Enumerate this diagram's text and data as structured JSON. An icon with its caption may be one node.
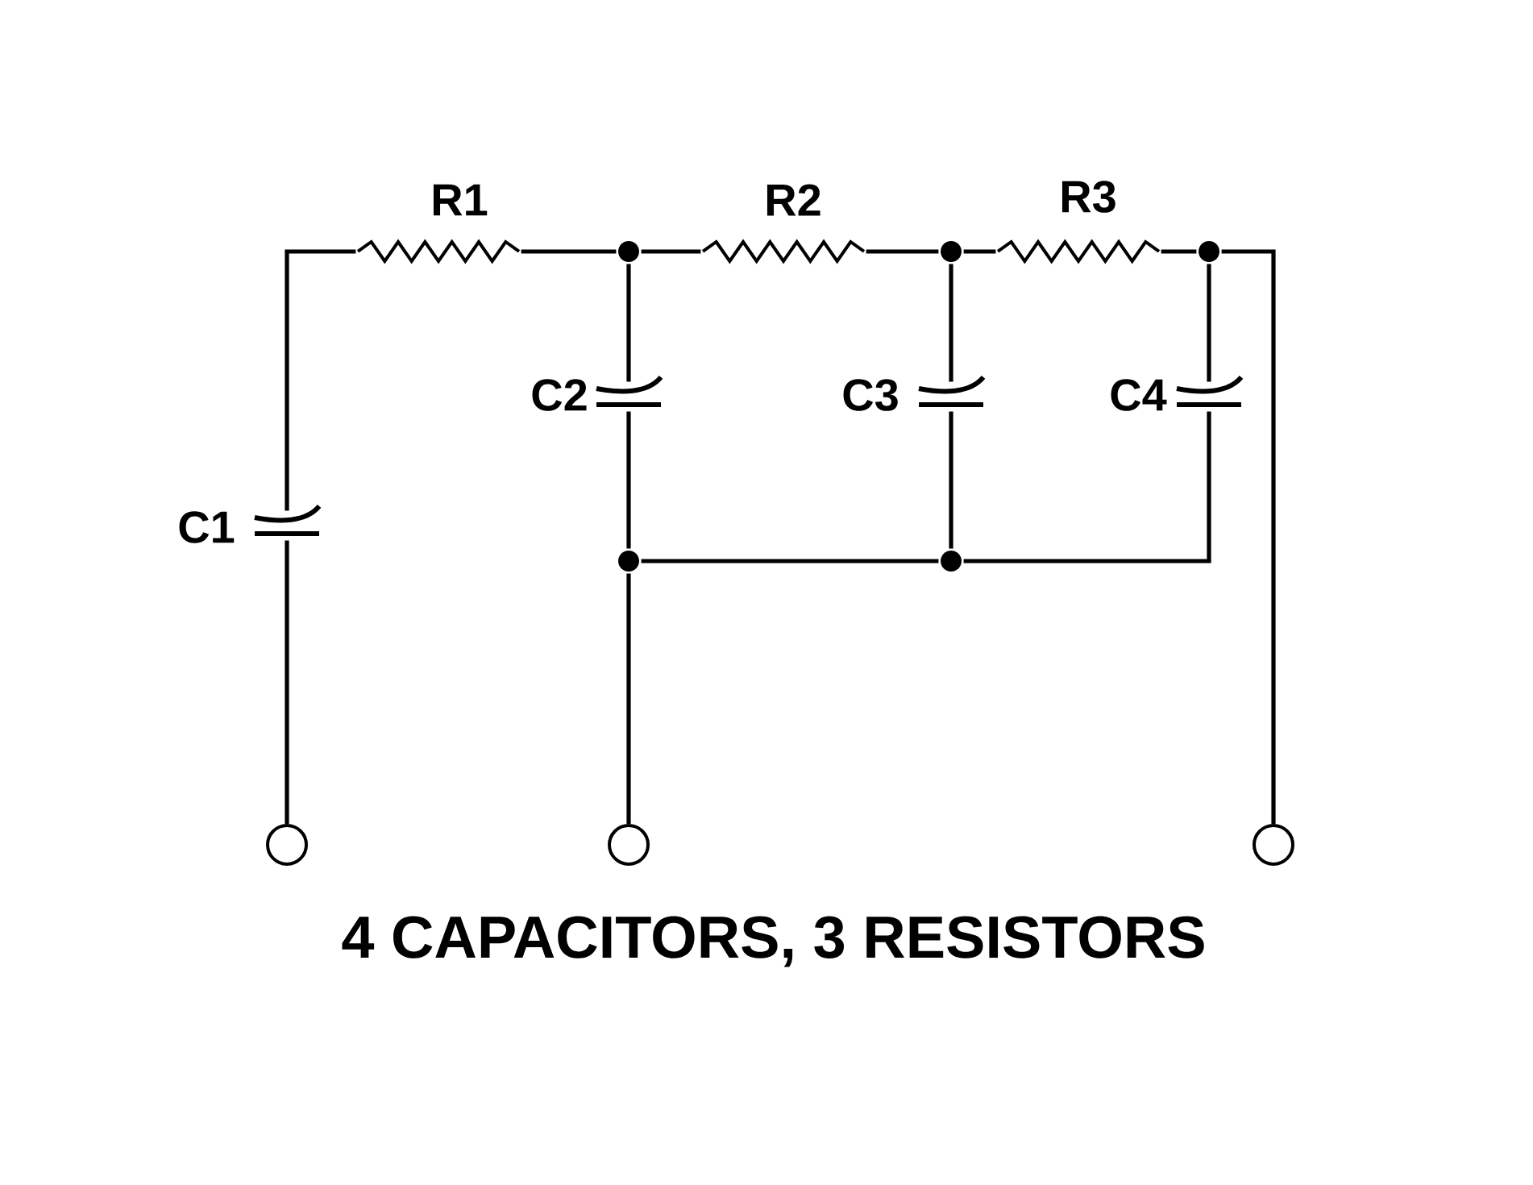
{
  "diagram": {
    "caption": "4 CAPACITORS, 3 RESISTORS",
    "nodes": [
      {
        "text": [
          "R1"
        ]
      },
      {
        "text": [
          "R2"
        ]
      },
      {
        "text": [
          "R3"
        ]
      },
      {
        "text": [
          "C1"
        ]
      },
      {
        "text": [
          "C2"
        ]
      },
      {
        "text": [
          "C3"
        ]
      },
      {
        "text": [
          "C4"
        ]
      },
      {
        "text": [],
        "shape": "circle"
      },
      {
        "text": [],
        "shape": "circle"
      },
      {
        "text": [],
        "shape": "circle"
      },
      {
        "text": [],
        "shape": "circle"
      },
      {
        "text": [],
        "shape": "circle"
      },
      {
        "text": [],
        "shape": "circle"
      },
      {
        "text": [],
        "shape": "circle"
      },
      {
        "text": [],
        "shape": "circle"
      }
    ],
    "edges": [
      {
        "from": 12,
        "to": 3,
        "arrow": "none"
      },
      {
        "from": 3,
        "to": 0,
        "arrow": "none"
      },
      {
        "from": 0,
        "to": 7,
        "arrow": "none"
      },
      {
        "from": 7,
        "to": 1,
        "arrow": "none"
      },
      {
        "from": 1,
        "to": 8,
        "arrow": "none"
      },
      {
        "from": 8,
        "to": 2,
        "arrow": "none"
      },
      {
        "from": 2,
        "to": 9,
        "arrow": "none"
      },
      {
        "from": 9,
        "to": 14,
        "arrow": "none"
      },
      {
        "from": 7,
        "to": 4,
        "arrow": "none"
      },
      {
        "from": 4,
        "to": 10,
        "arrow": "none"
      },
      {
        "from": 10,
        "to": 13,
        "arrow": "none"
      },
      {
        "from": 8,
        "to": 5,
        "arrow": "none"
      },
      {
        "from": 5,
        "to": 11,
        "arrow": "none"
      },
      {
        "from": 10,
        "to": 11,
        "arrow": "none"
      },
      {
        "from": 11,
        "to": 6,
        "arrow": "none"
      },
      {
        "from": 9,
        "to": 6,
        "arrow": "none"
      }
    ]
  }
}
